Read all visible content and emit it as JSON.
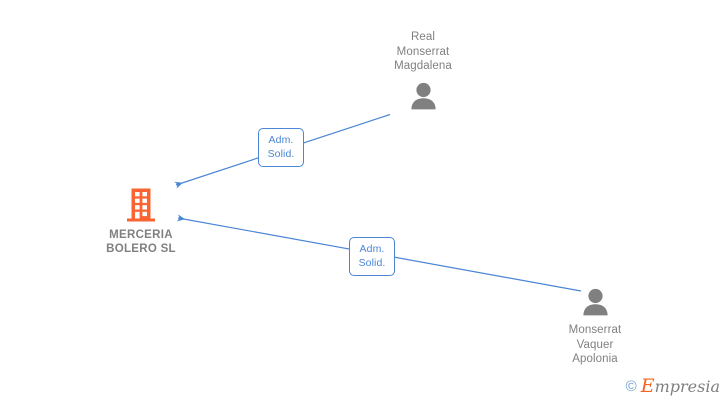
{
  "graph": {
    "title": "MERCERIA BOLERO SL relationship graph",
    "colors": {
      "edge": "#4a86d4",
      "label_text": "#4a86d4",
      "node_text": "#808080",
      "company_icon": "#fa6432",
      "person_icon": "#808080",
      "background": "#ffffff"
    },
    "company": {
      "name": "MERCERIA\nBOLERO  SL",
      "icon": "office-building-icon"
    },
    "people": [
      {
        "id": "person-top",
        "name": "Real\nMonserrat\nMagdalena",
        "icon": "person-icon"
      },
      {
        "id": "person-bottom",
        "name": "Monserrat\nVaquer\nApolonia",
        "icon": "person-icon"
      }
    ],
    "edges": [
      {
        "id": "edge-top",
        "from": "person-top",
        "to": "company",
        "label": "Adm.\nSolid."
      },
      {
        "id": "edge-bottom",
        "from": "person-bottom",
        "to": "company",
        "label": "Adm.\nSolid."
      }
    ]
  },
  "watermark": {
    "copyright": "©",
    "brand_initial": "E",
    "brand_rest": "mpresia"
  }
}
